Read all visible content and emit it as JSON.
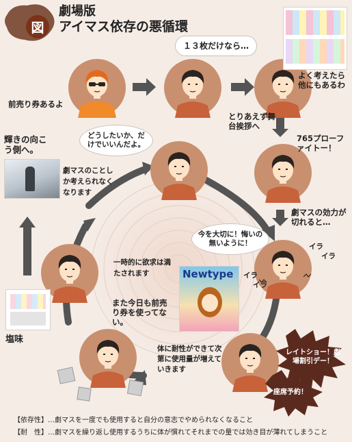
{
  "title": {
    "badge": "図",
    "line1": "劇場版",
    "line2": "アイマス依存の悪循環"
  },
  "bubbles": {
    "thirteen": "１３枚だけなら…",
    "wantto": "どうしたいか、だけでいいんだよ。",
    "imawo": "今を大切に！悔いの無いように！"
  },
  "labels": {
    "maeuri": "前売り券あるよ",
    "yokukangaetara": "よく考えたら他にもあるわ",
    "toriaezu": "とりあえず舞台挨拶へ",
    "pro765": "765プローファイトー！",
    "kouryoku": "劇マスの効力が切れると…",
    "irairaA": "イラ",
    "irairaB": "イラ",
    "irairaC": "イラ",
    "irairaD": "イラ",
    "taisei": "体に耐性ができて次第に使用量が増えていきます",
    "mata": "また今日も前売り券を使ってない。",
    "yokkyu": "一時的に欲求は満たされます",
    "gekimasu_only": "劇マスのことしか考えられなくなります",
    "kagayaki": "輝きの向こう側へ。",
    "shiomi": "塩味",
    "latenight": "レイトショー！劇場割引デー！",
    "zaseki": "座席予約！",
    "magazine_logo": "Newtype"
  },
  "legend": {
    "line1": "【依存性】…劇マスを一度でも使用すると自分の意志でやめられなくなること",
    "line2": "【耐　性】…劇マスを繰り返し使用するうちに体が慣れてそれまでの量では効き目が薄れてしまうこと"
  },
  "colors": {
    "bg": "#f5ece6",
    "circle": "#c9906f",
    "arrow": "#545454",
    "badge": "#7a3218",
    "face": "#fde3c8",
    "hair": "#2a2320",
    "shirt": "#c8623a",
    "orange_shirt": "#f08a2a",
    "burst": "#5b2a1e"
  }
}
